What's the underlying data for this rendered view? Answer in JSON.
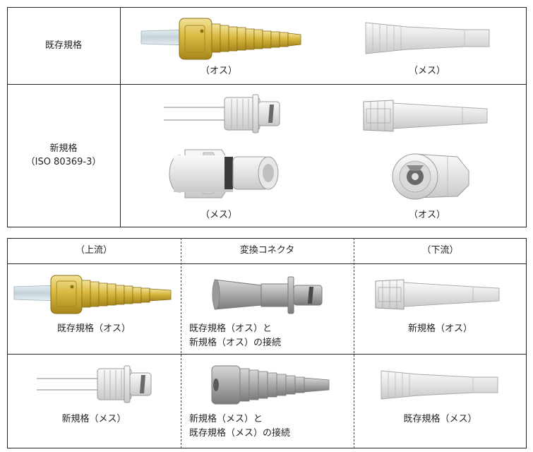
{
  "table1": {
    "rows": [
      {
        "label": "既存規格",
        "left_caption": "（オス）",
        "right_caption": "（メス）"
      },
      {
        "label_line1": "新規格",
        "label_line2": "（ISO 80369-3）",
        "left_caption": "（メス）",
        "right_caption": "（オス）"
      }
    ]
  },
  "table2": {
    "headers": [
      "（上流）",
      "変換コネクタ",
      "（下流）"
    ],
    "row1": {
      "upstream": "既存規格（オス）",
      "converter_line1": "既存規格（オス）と",
      "converter_line2": "新規格（オス）の接続",
      "downstream": "新規格（オス）"
    },
    "row2": {
      "upstream": "新規格（メス）",
      "converter_line1": "新規格（メス）と",
      "converter_line2": "既存規格（メス）の接続",
      "downstream": "既存規格（メス）"
    }
  },
  "colors": {
    "gold": "#d4b43c",
    "gray": "#c8c8c8",
    "line": "#222222"
  }
}
